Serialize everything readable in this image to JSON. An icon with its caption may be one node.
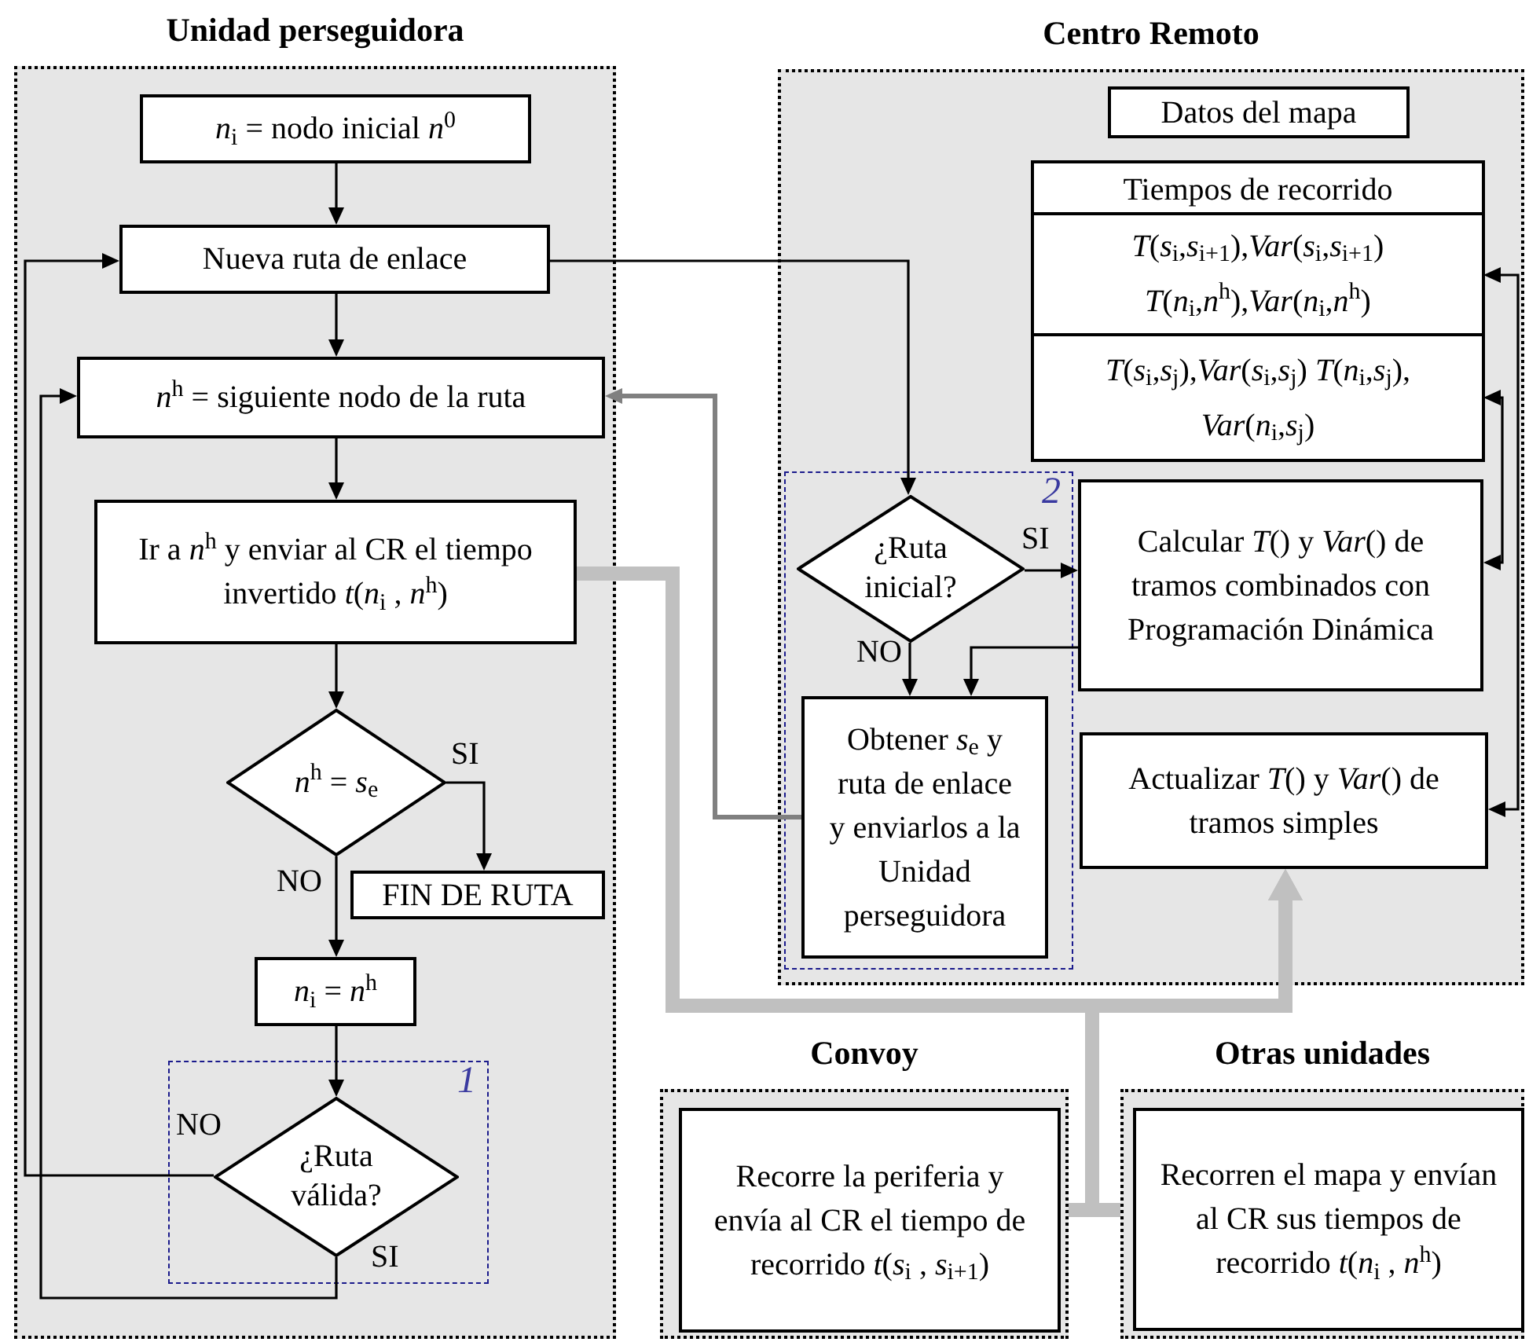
{
  "diagram": {
    "nodes": [
      {
        "text": [
          "Unidad perseguidora"
        ]
      },
      {
        "text": [
          "*n*$_{i}$ = nodo inicial *n*$^{0}$"
        ],
        "in": 0
      },
      {
        "text": [
          "Nueva ruta de enlace"
        ],
        "in": 0
      },
      {
        "text": [
          "*n*$^{h}$ = siguiente nodo de la ruta"
        ],
        "in": 0
      },
      {
        "text": [
          "Ir a *n*$^{h}$ y enviar al CR el tiempo invertido *t*(*n*$_{i}$ , *n*$^{h}$)"
        ],
        "in": 0
      },
      {
        "text": [
          "*n*$^{h}$ = *s*$_{e}$"
        ],
        "in": 0
      },
      {
        "text": [
          "FIN DE RUTA"
        ],
        "in": 0
      },
      {
        "text": [
          "*n*$_{i}$ = *n*$^{h}$"
        ],
        "in": 0
      },
      {
        "text": [
          "1"
        ],
        "in": 0
      },
      {
        "text": [
          "¿Ruta válida?"
        ],
        "in": 8
      },
      {
        "text": [
          "Centro Remoto"
        ]
      },
      {
        "text": [
          "Datos del mapa"
        ],
        "in": 10
      },
      {
        "text": [
          "Tiempos de recorrido"
        ],
        "in": 10
      },
      {
        "text": [
          "*T*(*s*$_{i}$,*s*$_{i+1}$),*Var*(*s*$_{i}$,*s*$_{i+1}$) *T*(*n*$_{i}$,*n*$^{h}$),*Var*(*n*$_{i}$,*n*$^{h}$)"
        ],
        "in": 12
      },
      {
        "text": [
          "*T*(*s*$_{i}$,*s*$_{j}$),*Var*(*s*$_{i}$,*s*$_{j}$) *T*(*n*$_{i}$,*s*$_{j}$), *Var*(*n*$_{i}$,*s*$_{j}$)"
        ],
        "in": 12
      },
      {
        "text": [
          "2"
        ],
        "in": 10
      },
      {
        "text": [
          "¿Ruta inicial?"
        ],
        "in": 15
      },
      {
        "text": [
          "Obtener *s*$_{e}$ y ruta de enlace y enviarlos a la Unidad perseguidora"
        ],
        "in": 15
      },
      {
        "text": [
          "Calcular *T*() y *Var*() de tramos combinados con Programación Dinámica"
        ],
        "in": 10
      },
      {
        "text": [
          "Actualizar *T*() y *Var*() de tramos simples"
        ],
        "in": 10
      },
      {
        "text": [
          "Convoy"
        ]
      },
      {
        "text": [
          "Recorre la periferia y envía al CR el tiempo de recorrido *t*(*s*$_{i}$ , *s*$_{i+1}$)"
        ],
        "in": 20
      },
      {
        "text": [
          "Otras unidades"
        ]
      },
      {
        "text": [
          "Recorren el mapa y envían al CR sus tiempos de recorrido *t*(*n*$_{i}$ , *n*$^{h}$)"
        ],
        "in": 22
      }
    ],
    "edges": [
      {
        "from": 1,
        "to": 2,
        "arrow": "to"
      },
      {
        "from": 2,
        "to": 3,
        "arrow": "to"
      },
      {
        "from": 3,
        "to": 4,
        "arrow": "to"
      },
      {
        "from": 4,
        "to": 5,
        "arrow": "to"
      },
      {
        "from": 5,
        "to": 6,
        "arrow": "to",
        "label": "SI"
      },
      {
        "from": 5,
        "to": 7,
        "arrow": "to",
        "label": "NO"
      },
      {
        "from": 7,
        "to": 9,
        "arrow": "to"
      },
      {
        "from": 9,
        "to": 2,
        "arrow": "to",
        "label": "NO"
      },
      {
        "from": 9,
        "to": 3,
        "arrow": "to",
        "label": "SI"
      },
      {
        "from": 2,
        "to": 16,
        "arrow": "to"
      },
      {
        "from": 16,
        "to": 18,
        "arrow": "to",
        "label": "SI"
      },
      {
        "from": 16,
        "to": 17,
        "arrow": "to",
        "label": "NO"
      },
      {
        "from": 18,
        "to": 17,
        "arrow": "to"
      },
      {
        "from": 17,
        "to": 3,
        "arrow": "to",
        "color": "#808080"
      },
      {
        "from": 13,
        "to": 19,
        "arrow": "both"
      },
      {
        "from": 14,
        "to": 18,
        "arrow": "both"
      },
      {
        "from": 4,
        "to": 19,
        "arrow": "to",
        "style": "thick",
        "color": "#c0c0c0"
      },
      {
        "from": 20,
        "to": 19,
        "arrow": "to",
        "style": "thick",
        "color": "#c0c0c0"
      },
      {
        "from": 22,
        "to": 19,
        "arrow": "to",
        "style": "thick",
        "color": "#c0c0c0"
      }
    ]
  }
}
